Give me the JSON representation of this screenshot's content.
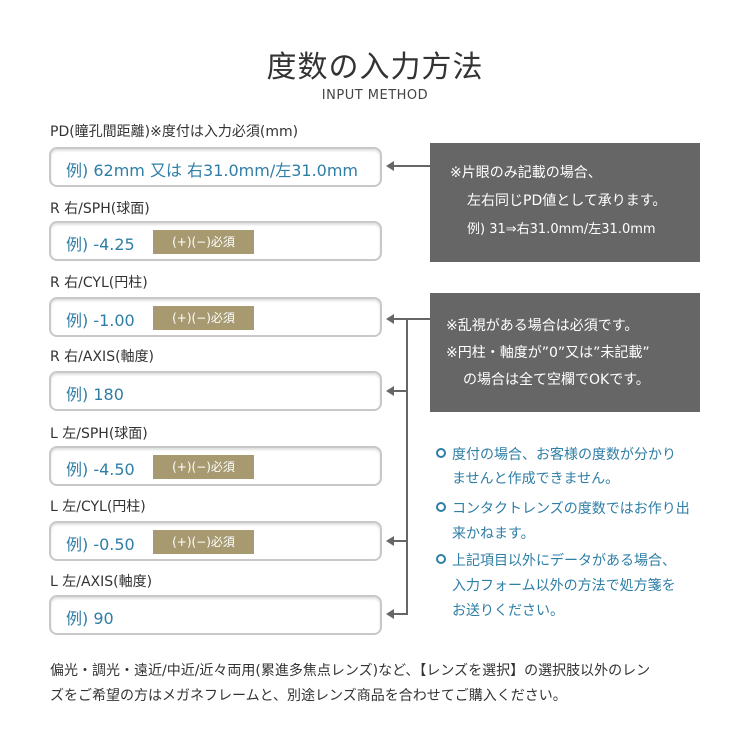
{
  "header": {
    "title": "度数の入力方法",
    "subtitle": "INPUT METHOD"
  },
  "pd": {
    "label": "PD(瞳孔間距離)※度付は入力必須(mm)",
    "example": "例) 62mm 又は 右31.0mm/左31.0mm"
  },
  "r_sph": {
    "label": "R 右/SPH(球面)",
    "example": "例) -4.25",
    "badge": "(+)(−)必須"
  },
  "r_cyl": {
    "label": "R 右/CYL(円柱)",
    "example": "例) -1.00",
    "badge": "(+)(−)必須"
  },
  "r_axis": {
    "label": "R 右/AXIS(軸度)",
    "example": "例) 180"
  },
  "l_sph": {
    "label": "L 左/SPH(球面)",
    "example": "例) -4.50",
    "badge": "(+)(−)必須"
  },
  "l_cyl": {
    "label": "L 左/CYL(円柱)",
    "example": "例) -0.50",
    "badge": "(+)(−)必須"
  },
  "l_axis": {
    "label": "L 左/AXIS(軸度)",
    "example": "例) 90"
  },
  "pd_note": {
    "line1": "※片眼のみ記載の場合、",
    "line2": "左右同じPD値として承ります。",
    "line3": "例) 31⇒右31.0mm/左31.0mm"
  },
  "cyl_note": {
    "line1": "※乱視がある場合は必須です。",
    "line2": "※円柱・軸度が”0”又は”未記載”",
    "line3": "の場合は全て空欄でOKです。"
  },
  "notes": [
    {
      "line1": "度付の場合、お客様の度数が分かり",
      "line2": "ませんと作成できません。"
    },
    {
      "line1": "コンタクトレンズの度数ではお作り出",
      "line2": "来かねます。"
    },
    {
      "line1": "上記項目以外にデータがある場合、",
      "line2": "入力フォーム以外の方法で処方箋を",
      "line3": "お送りください。"
    }
  ],
  "footer": {
    "line1": "偏光・調光・遠近/中近/近々両用(累進多焦点レンズ)など、【レンズを選択】の選択肢以外のレン",
    "line2": "ズをご希望の方はメガネフレームと、別途レンズ商品を合わせてご購入ください。"
  },
  "colors": {
    "accent_blue": "#2e7ea6",
    "badge_gold": "#a79a70",
    "note_gray": "#666666",
    "border": "#c8c8c8"
  }
}
